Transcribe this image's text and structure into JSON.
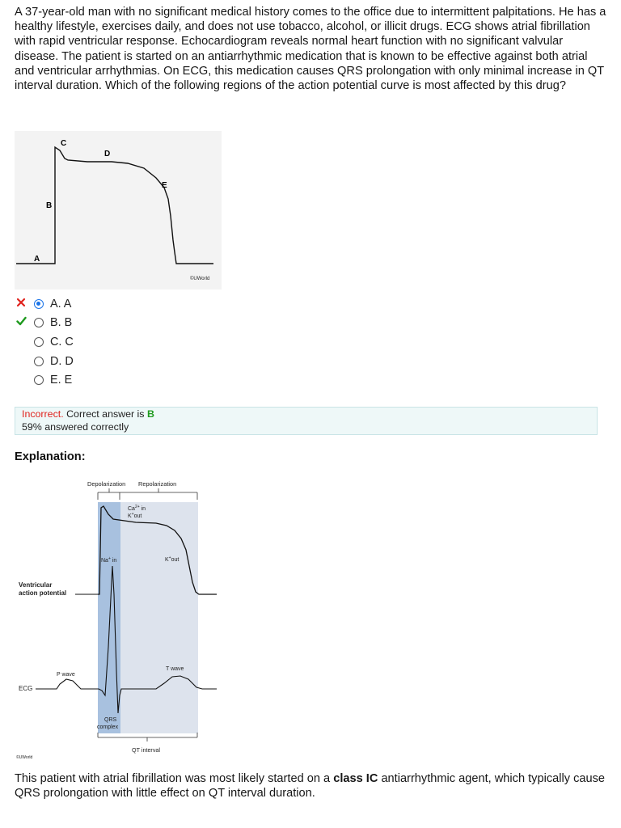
{
  "question": {
    "text": "A 37-year-old man with no significant medical history comes to the office due to intermittent palpitations.  He has a healthy lifestyle, exercises daily, and does not use tobacco, alcohol, or illicit drugs.  ECG shows atrial fibrillation with rapid ventricular response.  Echocardiogram reveals normal heart function with no significant valvular disease.  The patient is started on an antiarrhythmic medication that is known to be effective against both atrial and ventricular arrhythmias.  On ECG, this medication causes QRS prolongation with only minimal increase in QT interval duration.  Which of the following regions of the action potential curve is most affected by this drug?"
  },
  "figure1": {
    "labels": {
      "a": "A",
      "b": "B",
      "c": "C",
      "d": "D",
      "e": "E"
    },
    "copyright": "©UWorld"
  },
  "options": [
    {
      "label": "A. A",
      "selected": true,
      "mark": "incorrect"
    },
    {
      "label": "B. B",
      "selected": false,
      "mark": "correct"
    },
    {
      "label": "C. C",
      "selected": false,
      "mark": ""
    },
    {
      "label": "D. D",
      "selected": false,
      "mark": ""
    },
    {
      "label": "E. E",
      "selected": false,
      "mark": ""
    }
  ],
  "result": {
    "status": "Incorrect.",
    "correct_prefix": "Correct answer is",
    "correct_letter": "B",
    "stat": "59% answered correctly"
  },
  "explanation": {
    "title": "Explanation:",
    "text_before": "This patient with atrial fibrillation was most likely started on a",
    "bold": "class IC",
    "text_after": "antiarrhythmic agent, which typically cause QRS prolongation with little effect on QT interval duration."
  },
  "figure2": {
    "depolarization": "Depolarization",
    "repolarization": "Repolarization",
    "ca_in_k_out": {
      "ca": "Ca",
      "ca_sup": "2+",
      "in": " in",
      "k": "K",
      "k_sup": "+",
      "out": "out"
    },
    "na_in": {
      "na": "Na",
      "sup": "+",
      "rest": " in"
    },
    "k_out": {
      "k": "K",
      "sup": "+",
      "rest": "out"
    },
    "ventricular_action_potential": [
      "Ventricular",
      "action potential"
    ],
    "ecg": "ECG",
    "p_wave": "P wave",
    "t_wave": "T wave",
    "qrs_complex": [
      "QRS",
      "complex"
    ],
    "qt_interval": "QT interval",
    "copyright": "©UWorld"
  },
  "colors": {
    "selected_radio": "#1a73e8",
    "incorrect": "#e0231e",
    "correct": "#1e9a1e",
    "result_bg": "#eef8f8",
    "depolarization_band": "#a8c1df",
    "repolarization_band": "#dde3ed"
  },
  "icons": {
    "incorrect_mark": "x-icon",
    "correct_mark": "check-icon"
  }
}
